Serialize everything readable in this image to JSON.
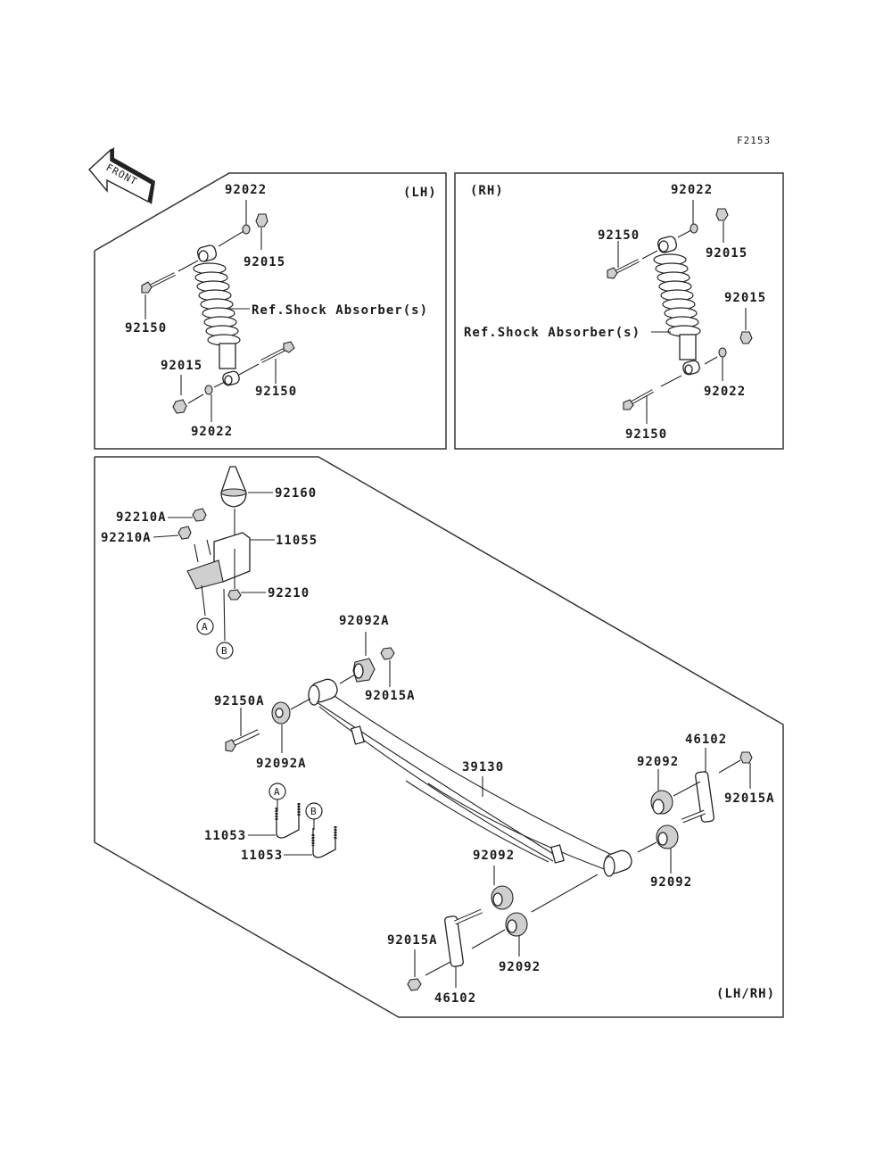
{
  "figure_code": "F2153",
  "front_arrow_label": "FRONT",
  "panels": {
    "lh": {
      "title": "(LH)",
      "ref_label": "Ref.Shock Absorber(s)",
      "parts": [
        "92022",
        "92015",
        "92150",
        "92015",
        "92150",
        "92022"
      ]
    },
    "rh": {
      "title": "(RH)",
      "ref_label": "Ref.Shock Absorber(s)",
      "parts": [
        "92022",
        "92150",
        "92015",
        "92015",
        "92022",
        "92150"
      ]
    },
    "leaf": {
      "title": "(LH/RH)",
      "parts": [
        "92160",
        "92210A",
        "92210A",
        "11055",
        "92210",
        "92092A",
        "92015A",
        "92150A",
        "92092A",
        "39130",
        "46102",
        "92092",
        "92015A",
        "92092",
        "92092",
        "92092",
        "92015A",
        "46102",
        "11053",
        "11053"
      ],
      "ref_markers": [
        "A",
        "B",
        "A",
        "B"
      ]
    }
  }
}
